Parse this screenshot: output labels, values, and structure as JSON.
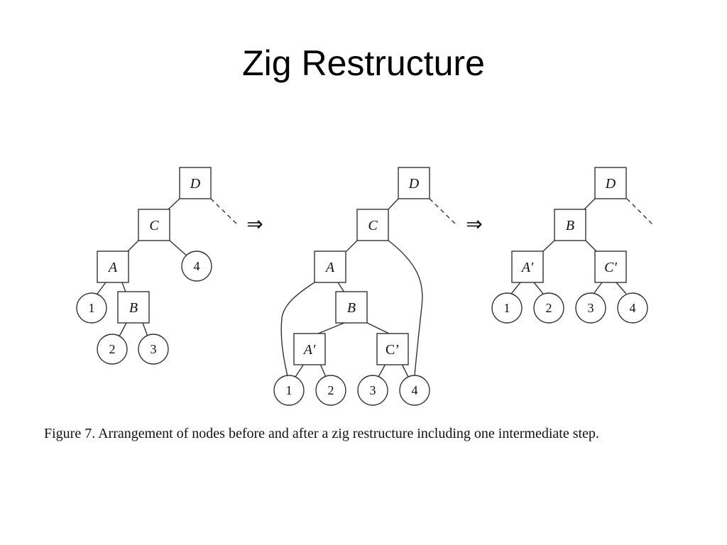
{
  "slide": {
    "title": "Zig Restructure"
  },
  "figure": {
    "caption": "Figure 7. Arrangement of nodes before and after a zig restructure including one intermediate step.",
    "arrow_symbol": "⇒",
    "panels": [
      {
        "nodes": {
          "D": "D",
          "C": "C",
          "A": "A",
          "B": "B",
          "l1": "1",
          "l2": "2",
          "l3": "3",
          "l4": "4"
        }
      },
      {
        "nodes": {
          "D": "D",
          "C": "C",
          "A": "A",
          "B": "B",
          "A2": "A′",
          "C2": "C’",
          "l1": "1",
          "l2": "2",
          "l3": "3",
          "l4": "4"
        }
      },
      {
        "nodes": {
          "D": "D",
          "B": "B",
          "A2": "A′",
          "C2": "C′",
          "l1": "1",
          "l2": "2",
          "l3": "3",
          "l4": "4"
        }
      }
    ]
  },
  "colors": {
    "stroke": "#333333",
    "text": "#111111",
    "background": "#ffffff"
  }
}
